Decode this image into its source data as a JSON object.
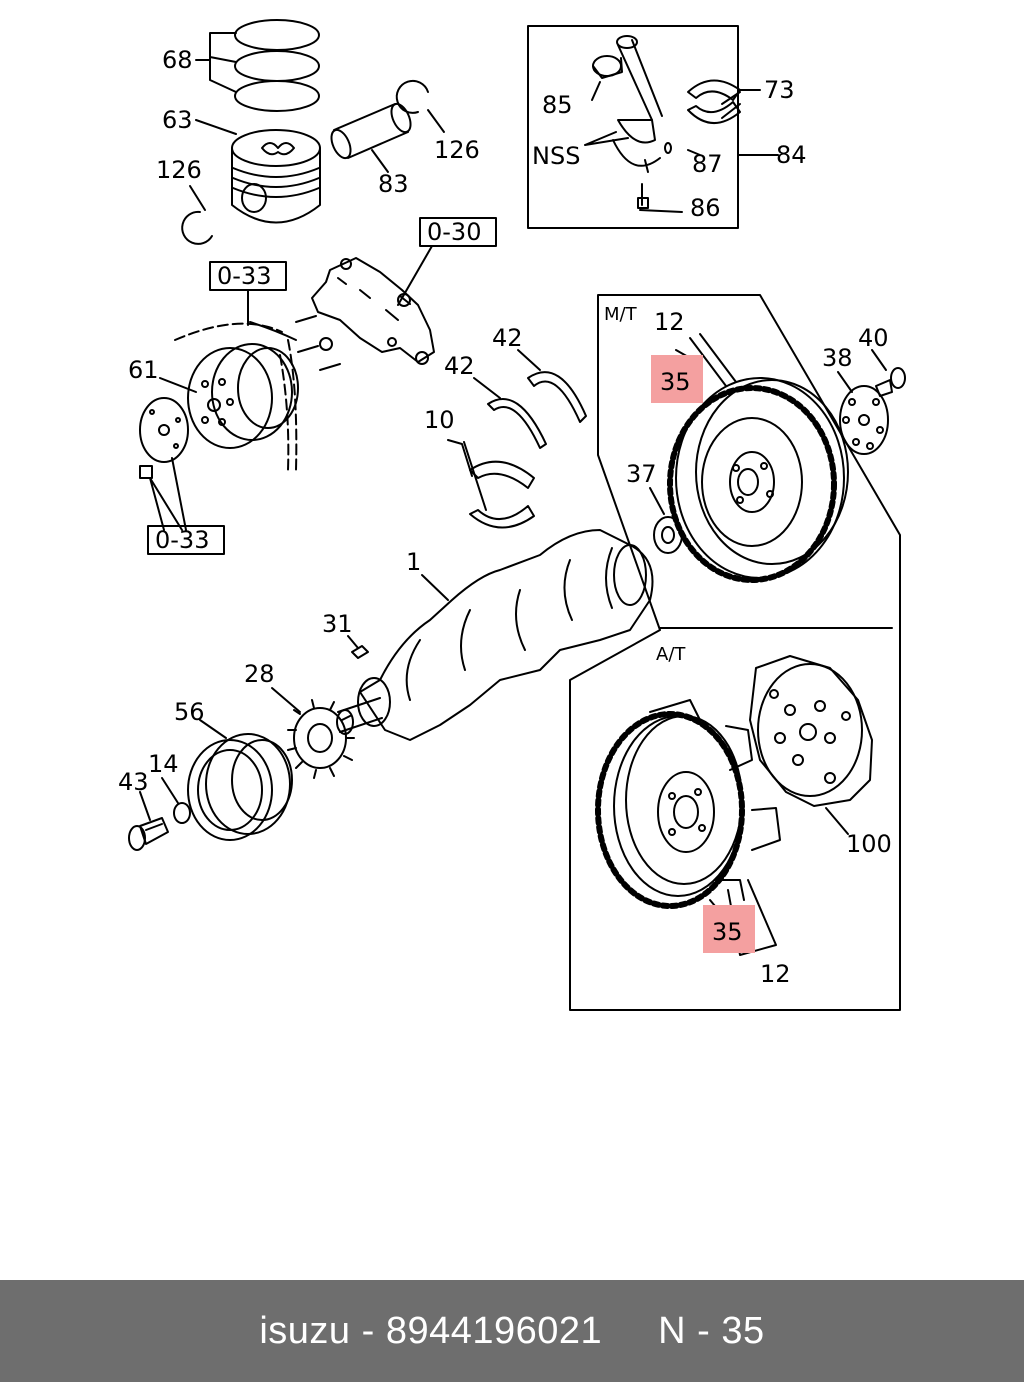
{
  "callouts": {
    "c68": "68",
    "c63": "63",
    "c126a": "126",
    "c126b": "126",
    "c83": "83",
    "c85": "85",
    "c73": "73",
    "cNSS": "NSS",
    "c87": "87",
    "c84": "84",
    "c86": "86",
    "c030": "0-30",
    "c033a": "0-33",
    "c033b": "0-33",
    "c61": "61",
    "c42a": "42",
    "c42b": "42",
    "c10": "10",
    "c1": "1",
    "c31": "31",
    "c28": "28",
    "c56": "56",
    "c14": "14",
    "c43": "43",
    "c37": "37",
    "c12a": "12",
    "c35a": "35",
    "c38": "38",
    "c40": "40",
    "c35b": "35",
    "c12b": "12",
    "c100": "100"
  },
  "sections": {
    "mt": "M/T",
    "at": "A/T"
  },
  "footer": {
    "brand": "isuzu",
    "part_number": "8944196021",
    "ref": "N - 35"
  },
  "colors": {
    "highlight": "#f4a0a0",
    "footer_bg": "#6e6e6e",
    "footer_text": "#ffffff"
  }
}
